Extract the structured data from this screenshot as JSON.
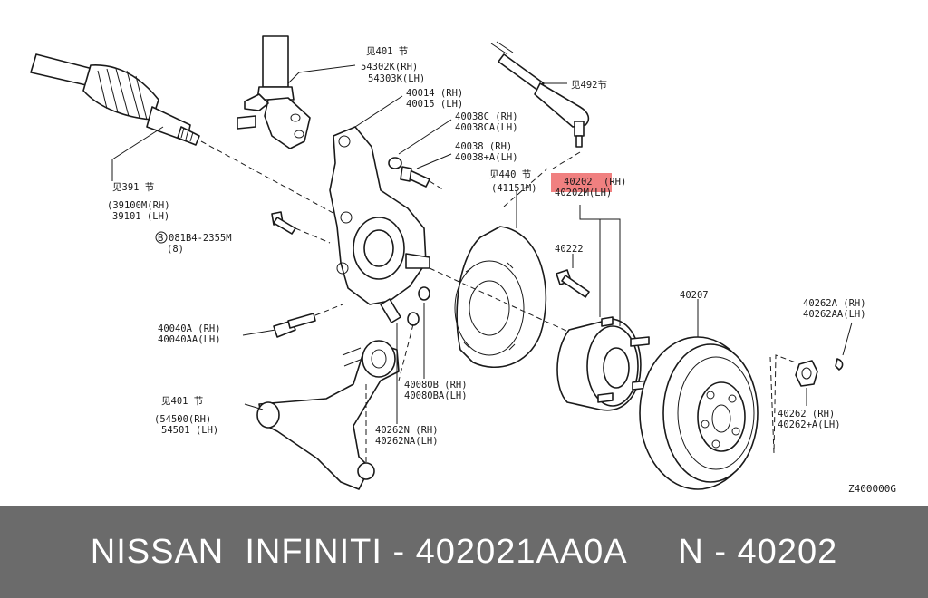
{
  "labels": {
    "ref401_top": "见401 节",
    "p54302K": "54302K(RH)",
    "p54303K": "54303K(LH)",
    "ref492": "见492节",
    "p40014": "40014 (RH)",
    "p40015": "40015 (LH)",
    "p40038C": "40038C (RH)",
    "p40038CA": "40038CA(LH)",
    "p40038": "40038  (RH)",
    "p40038A": "40038+A(LH)",
    "ref440": "见440 节",
    "p41151M": "(41151M)",
    "p40202": "40202",
    "p40202_rh": "(RH)",
    "p40202M": "40202M(LH)",
    "ref391": "见391 节",
    "p39100M": "(39100M(RH)",
    "p39101": "39101 (LH)",
    "bolt_circle": "B",
    "bolt_code": "081B4-2355M",
    "bolt_qty": "(8)",
    "p40222": "40222",
    "p40207": "40207",
    "p40262A": "40262A (RH)",
    "p40262AA": "40262AA(LH)",
    "p40040A": "40040A (RH)",
    "p40040AA": "40040AA(LH)",
    "p40080B": "40080B (RH)",
    "p40080BA": "40080BA(LH)",
    "ref401_bottom": "见401 节",
    "p54500": "(54500(RH)",
    "p54501": "54501 (LH)",
    "p40262N": "40262N (RH)",
    "p40262NA": "40262NA(LH)",
    "p40262": "40262  (RH)",
    "p40262A_nut": "40262+A(LH)",
    "diagram_code": "Z400000G"
  },
  "banner": {
    "text": "NISSAN  INFINITI - 402021AA0A     N - 40202"
  },
  "colors": {
    "highlight": "#f08080",
    "banner_bg": "#6b6b6b",
    "banner_text": "#ffffff"
  }
}
